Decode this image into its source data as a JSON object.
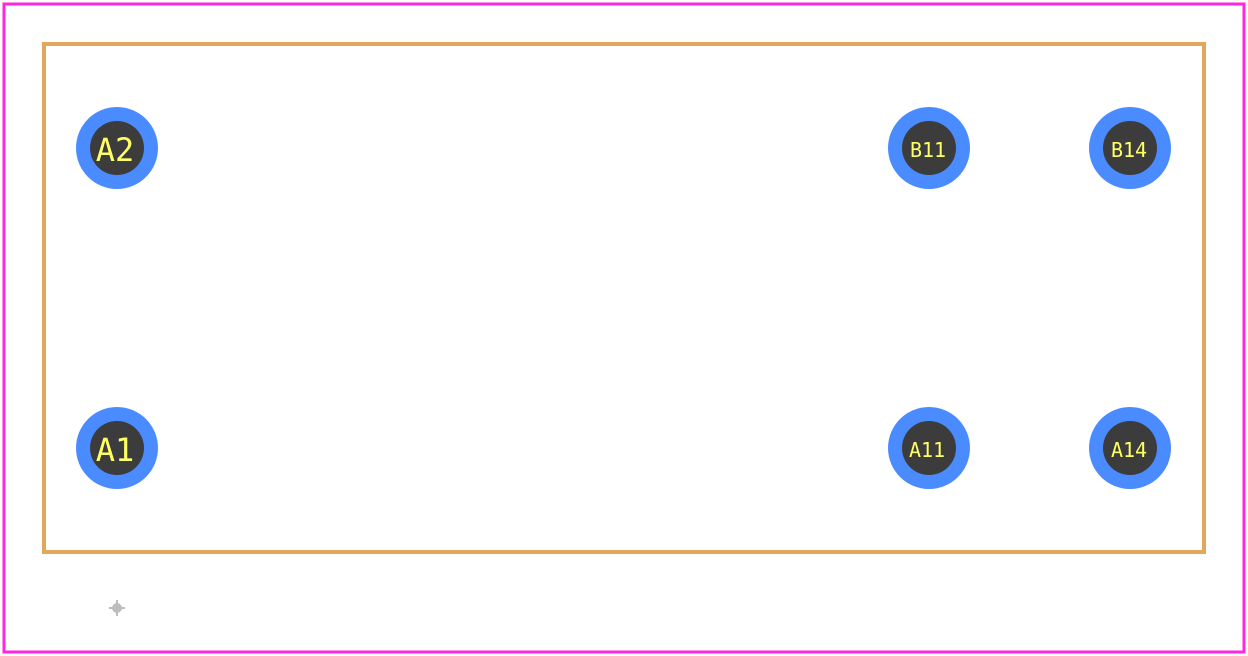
{
  "colors": {
    "courtyard": "#ff26e2",
    "silkscreen": "#e0a85a",
    "pad_ring": "#4a8cff",
    "pad_hole": "#3c3c3c",
    "pad_label": "#ffff66",
    "origin_marker": "#bdbdbd"
  },
  "pads": [
    {
      "id": "pad-a2",
      "label": "A2"
    },
    {
      "id": "pad-b11",
      "label": "B11"
    },
    {
      "id": "pad-b14",
      "label": "B14"
    },
    {
      "id": "pad-a1",
      "label": "A1"
    },
    {
      "id": "pad-a11",
      "label": "A11"
    },
    {
      "id": "pad-a14",
      "label": "A14"
    }
  ],
  "origin_marker_icon": "crosshair-icon"
}
